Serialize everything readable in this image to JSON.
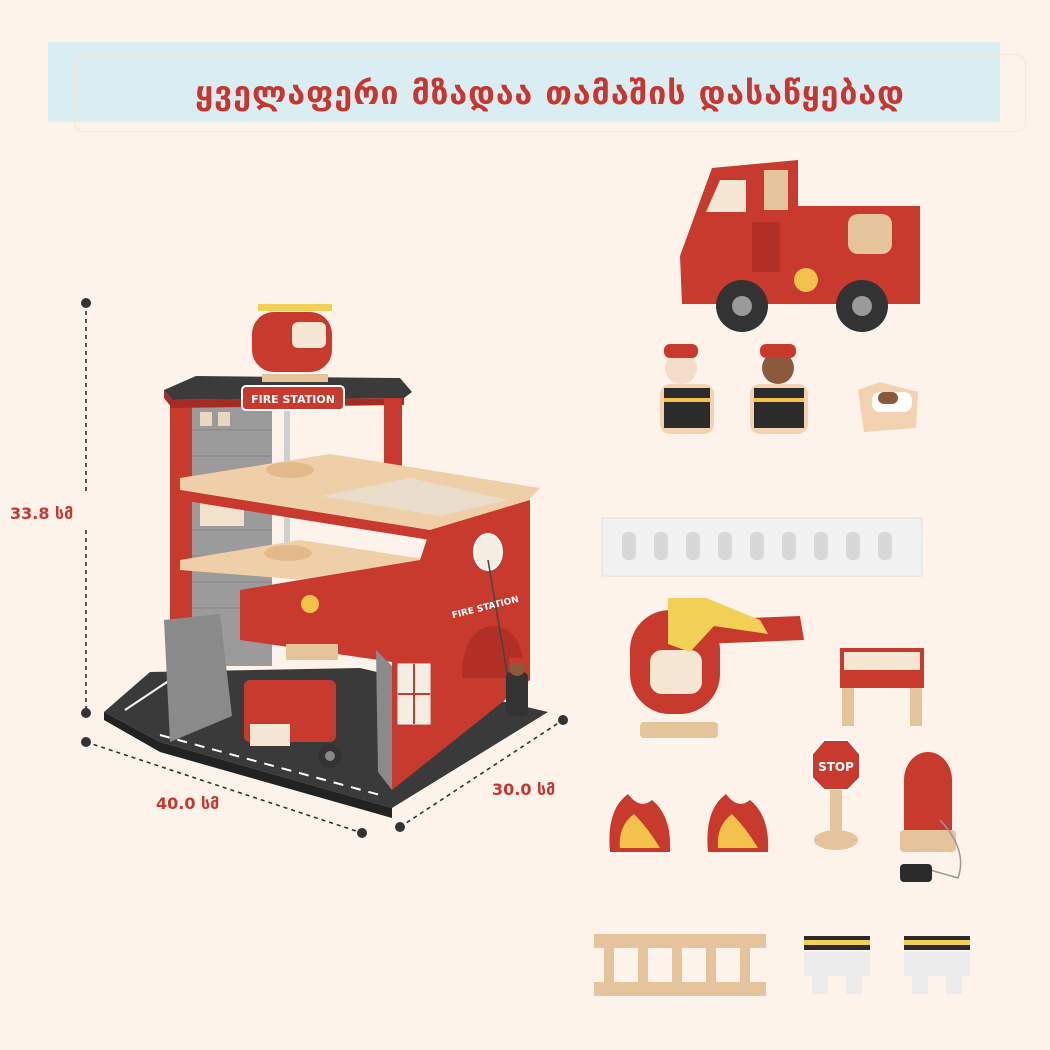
{
  "banner": {
    "title": "ყველაფერი მზადაა თამაშის დასაწყებად"
  },
  "dimensions": {
    "height": "33.8 სმ",
    "width": "40.0 სმ",
    "depth": "30.0 სმ"
  },
  "station": {
    "sign": "FIRE STATION",
    "side_sign": "FIRE STATION"
  },
  "parts": {
    "stop_sign": "STOP"
  },
  "colors": {
    "background": "#fdf3ea",
    "banner": "#d9eef2",
    "accent": "#c8362f",
    "wood": "#f2d2b0"
  }
}
